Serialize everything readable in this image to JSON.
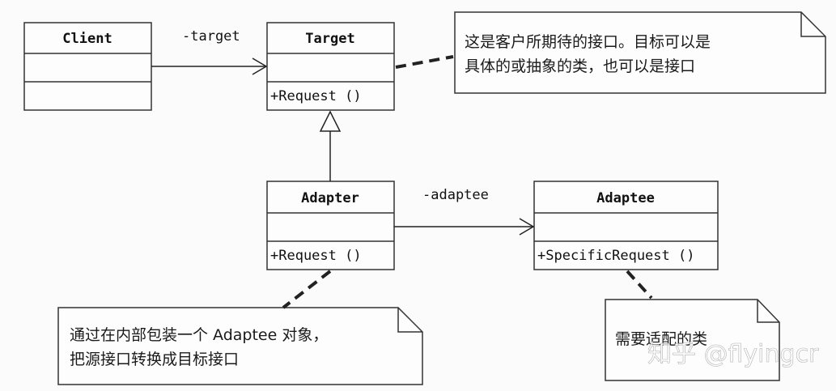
{
  "classes": {
    "client": {
      "name": "Client"
    },
    "target": {
      "name": "Target",
      "operation": "+Request ()"
    },
    "adapter": {
      "name": "Adapter",
      "operation": "+Request ()"
    },
    "adaptee": {
      "name": "Adaptee",
      "operation": "+SpecificRequest ()"
    }
  },
  "associations": {
    "client_target": "-target",
    "adapter_adaptee": "-adaptee"
  },
  "notes": {
    "target": [
      "这是客户所期待的接口。目标可以是",
      "具体的或抽象的类，也可以是接口"
    ],
    "adapter": [
      "通过在内部包装一个 Adaptee 对象，",
      "把源接口转换成目标接口"
    ],
    "adaptee": [
      "需要适配的类"
    ]
  },
  "watermark": "知乎 @flyingcr"
}
